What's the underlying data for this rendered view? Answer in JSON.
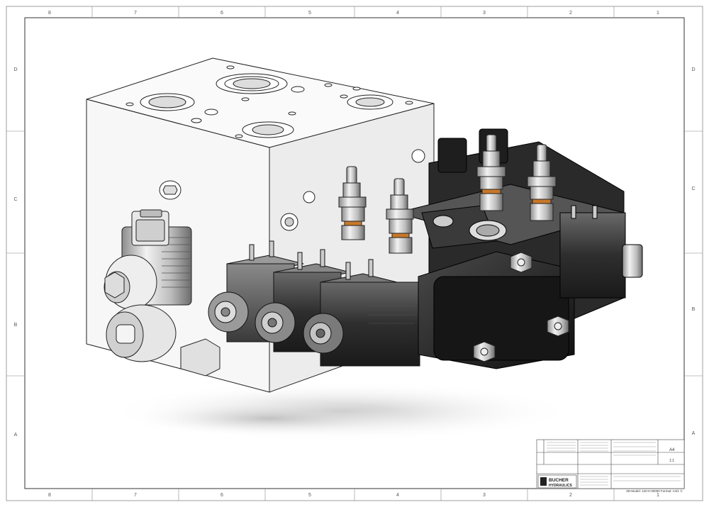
{
  "border": {
    "columns": [
      "8",
      "7",
      "6",
      "5",
      "4",
      "3",
      "2",
      "1"
    ],
    "rows": [
      "D",
      "C",
      "B",
      "A"
    ]
  },
  "title_block": {
    "brand_line1": "BUCHER",
    "brand_line2": "HYDRAULICS",
    "drawing_id": "3D-Model: 120-0-00000 Format: A4/1 ①",
    "sheet_scale": "1:1",
    "sheet_size": "A4"
  },
  "colors": {
    "block_fill": "#f4f4f4",
    "block_stroke": "#222222",
    "coil_dark": "#3a3a3a",
    "valve_black": "#1c1c1c",
    "metal": "#c9c9c9",
    "orange_ring": "#c8782a"
  }
}
